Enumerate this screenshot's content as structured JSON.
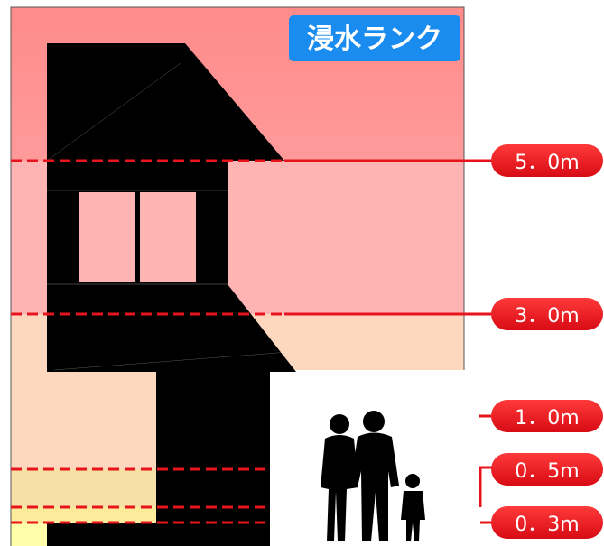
{
  "title_badge": {
    "label": "浸水ランク",
    "color": "#1a8cf0"
  },
  "levels": [
    {
      "label": "5．0m",
      "zone_color": "#ff9090"
    },
    {
      "label": "3．0m",
      "zone_color": "#ffb4b4"
    },
    {
      "label": "1．0m",
      "zone_color": "#fdd8bf"
    },
    {
      "label": "0．5m",
      "zone_color": "#f7e0a5"
    },
    {
      "label": "0．3m",
      "zone_color": "#ffffaa"
    }
  ],
  "colors": {
    "guide_line": "#e8141d",
    "badge_fill": "#e8141d",
    "badge_text": "#ffffff",
    "house": "#000000",
    "window": "#ffb4b4"
  },
  "icons": {
    "house": "house-silhouette-icon",
    "people": "family-silhouette-icon"
  }
}
